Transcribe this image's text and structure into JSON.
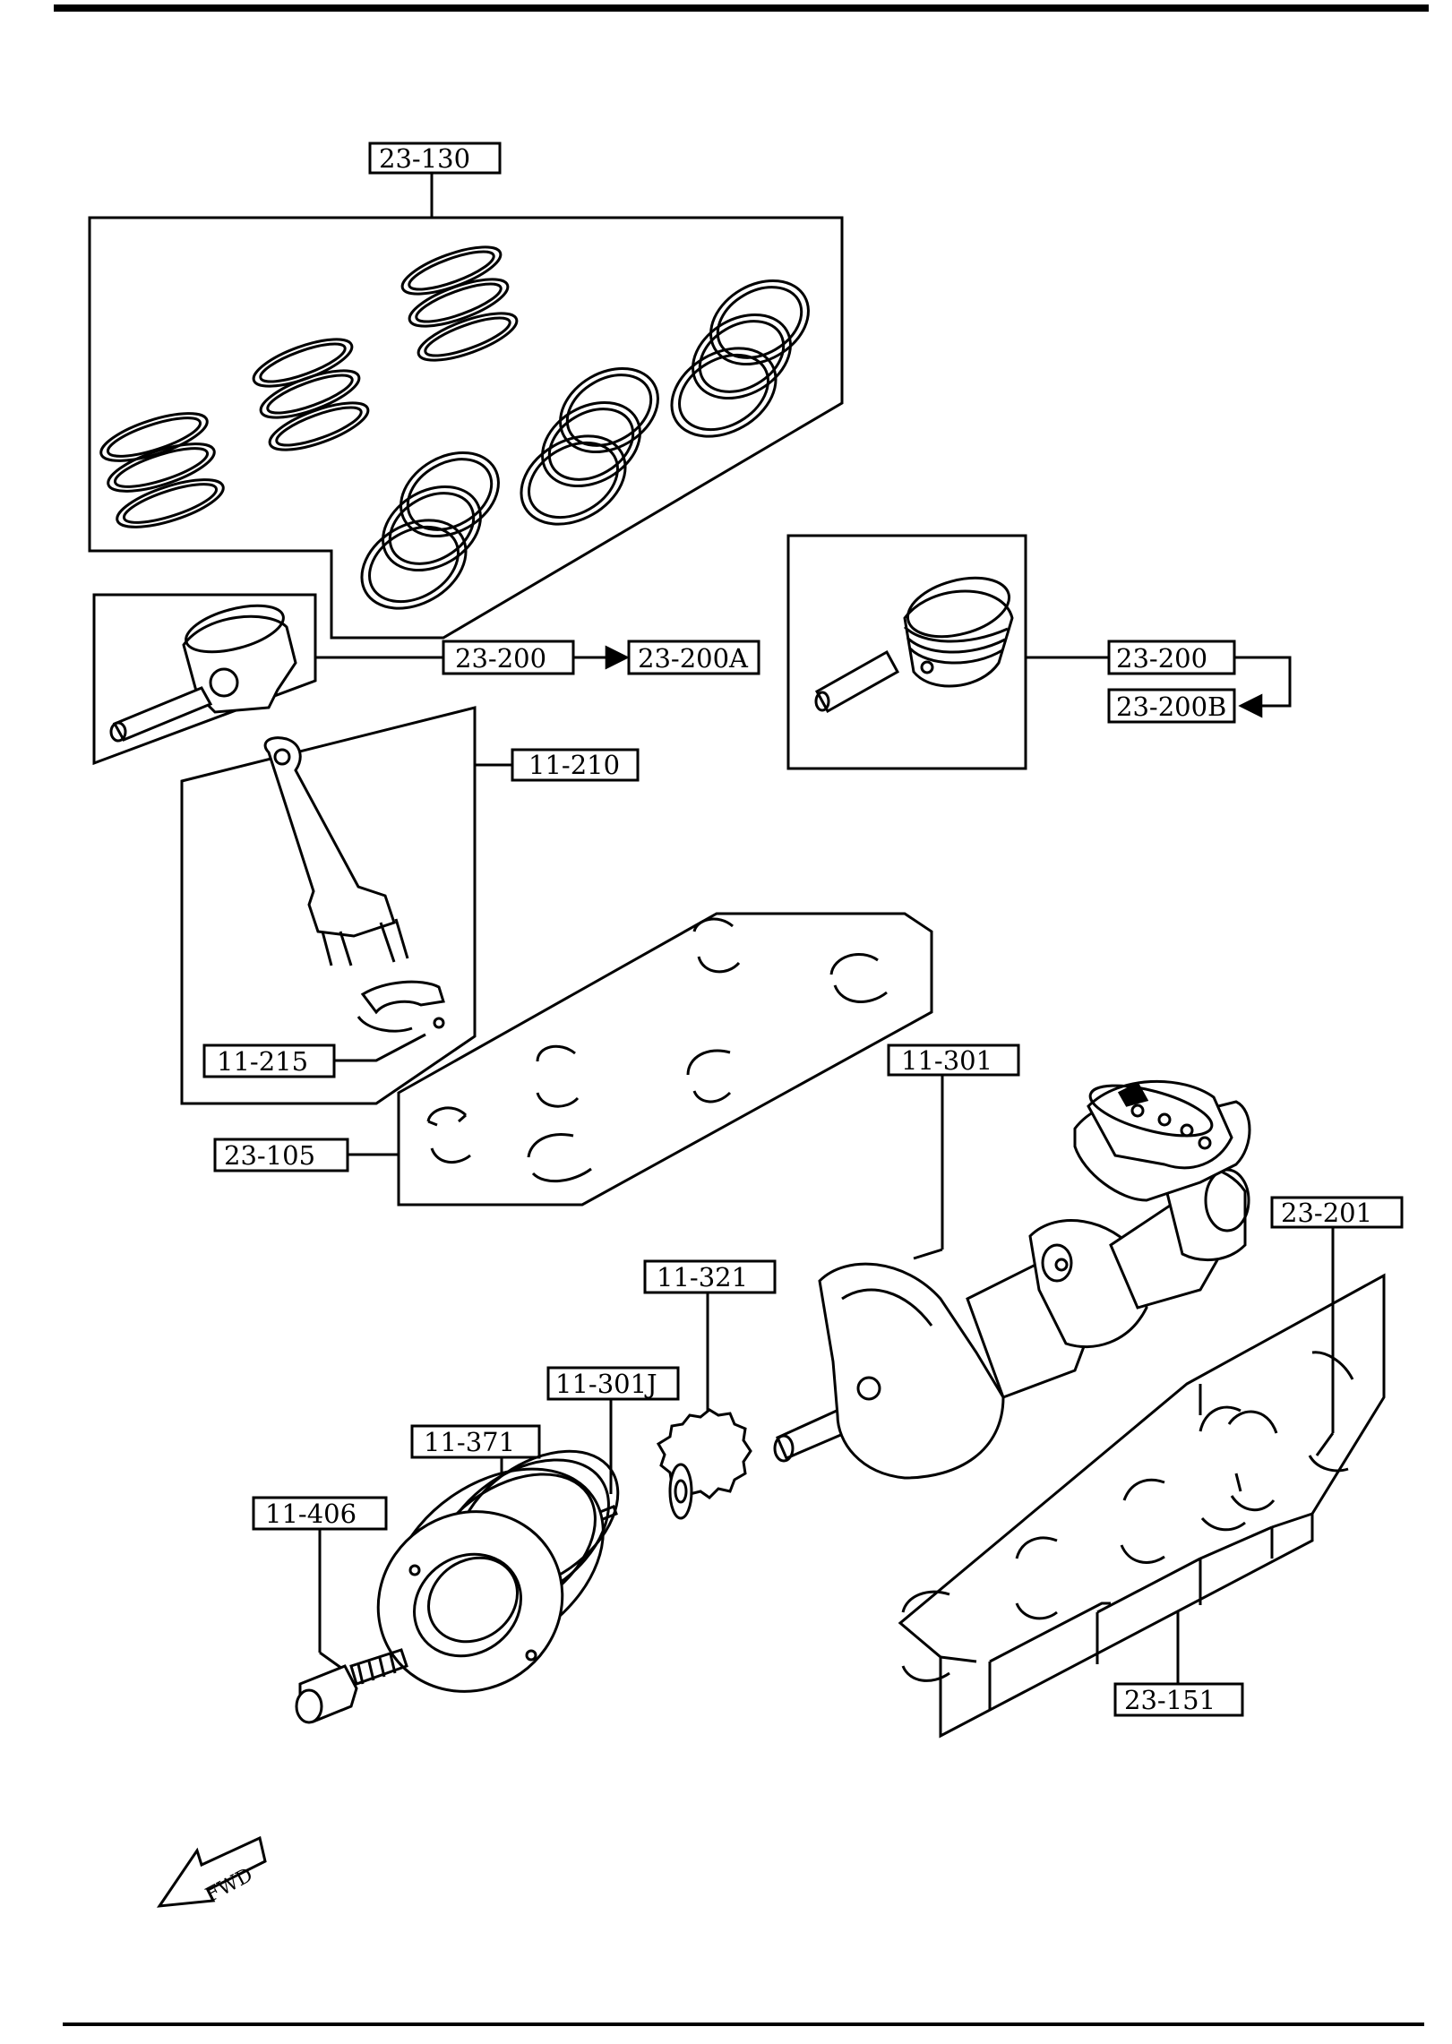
{
  "labels": {
    "rings_set": "23-130",
    "piston_left": "23-200",
    "piston_left_variant": "23-200A",
    "piston_right": "23-200",
    "piston_right_variant": "23-200B",
    "conrod": "11-210",
    "conrod_bearing": "11-215",
    "rod_bearing_set": "23-105",
    "crankshaft": "11-301",
    "thrust_bearing": "23-201",
    "timing_gear": "11-321",
    "key": "11-301J",
    "pulley": "11-371",
    "bolt": "11-406",
    "main_bearing_set": "23-151"
  },
  "fwd_marker": "FWD"
}
